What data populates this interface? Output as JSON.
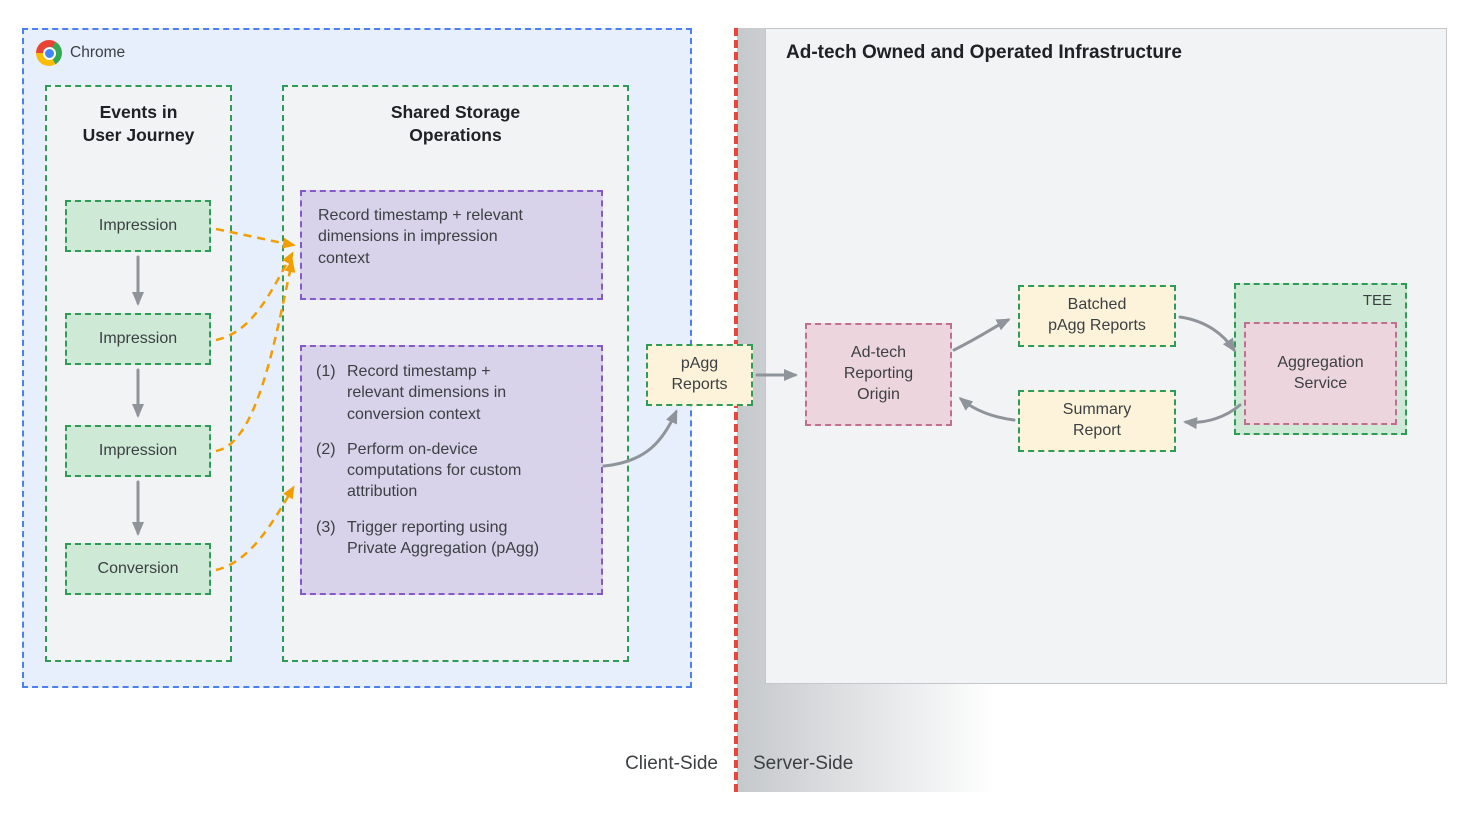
{
  "colors": {
    "client_bg": "#e7eefc",
    "client_border": "#4c80f0",
    "panel_bg": "#f1f3f4",
    "green_fill": "#ceead6",
    "green_border": "#2e9b57",
    "purple_fill": "#d8d2ea",
    "purple_border": "#8459c8",
    "yellow_fill": "#fcf3da",
    "pink_fill": "#edd5de",
    "pink_border": "#c0708f",
    "boundary_red": "#e8483c",
    "arrow_gray": "#8f949a",
    "arrow_orange": "#f29d00"
  },
  "chrome": {
    "label": "Chrome"
  },
  "events_panel": {
    "title": [
      "Events in",
      "User Journey"
    ],
    "events": [
      "Impression",
      "Impression",
      "Impression",
      "Conversion"
    ]
  },
  "storage_panel": {
    "title": [
      "Shared Storage",
      "Operations"
    ],
    "impression_op": "Record timestamp + relevant dimensions in impression context",
    "conversion_ops": [
      {
        "num": "(1)",
        "text": "Record timestamp + relevant dimensions in conversion context"
      },
      {
        "num": "(2)",
        "text": "Perform on-device computations for custom attribution"
      },
      {
        "num": "(3)",
        "text": "Trigger reporting using Private Aggregation (pAgg)"
      }
    ]
  },
  "pagg_reports": [
    "pAgg",
    "Reports"
  ],
  "server": {
    "title": "Ad-tech Owned and Operated Infrastructure",
    "reporting_origin": [
      "Ad-tech",
      "Reporting",
      "Origin"
    ],
    "batched_reports": [
      "Batched",
      "pAgg Reports"
    ],
    "summary_report": [
      "Summary",
      "Report"
    ],
    "tee": "TEE",
    "aggregation_service": [
      "Aggregation",
      "Service"
    ]
  },
  "boundary": {
    "client_label": "Client-Side",
    "server_label": "Server-Side"
  }
}
